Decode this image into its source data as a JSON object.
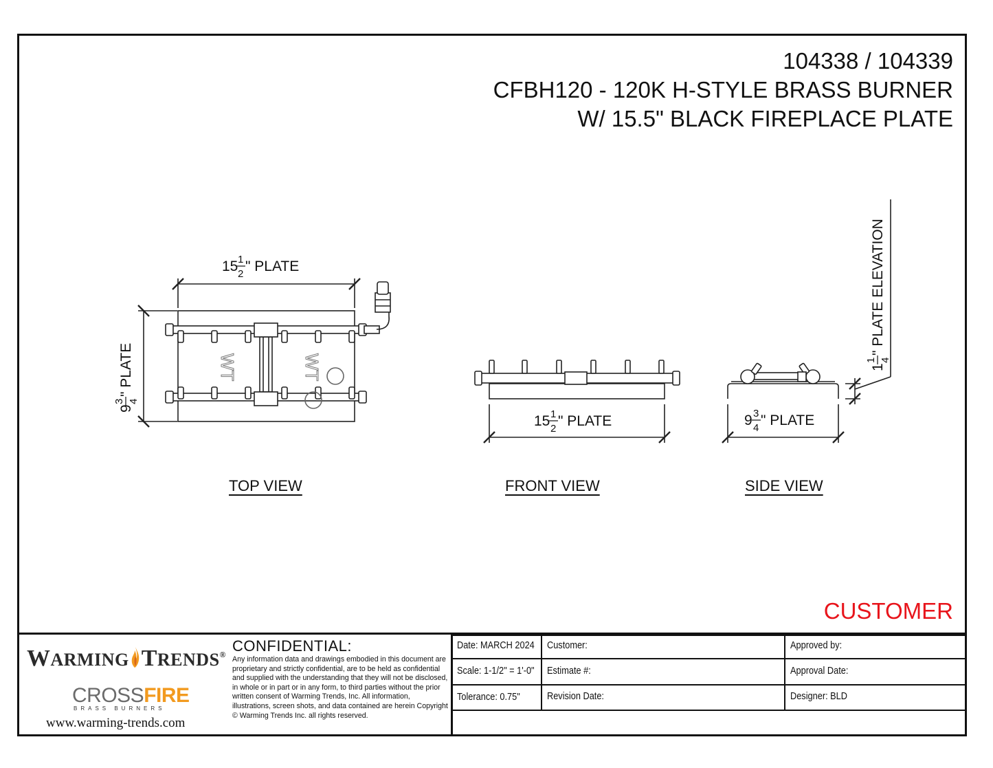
{
  "title": {
    "line1": "104338 / 104339",
    "line2": "CFBH120 - 120K H-STYLE BRASS BURNER",
    "line3": "W/ 15.5\" BLACK FIREPLACE PLATE"
  },
  "stamp": "CUSTOMER",
  "colors": {
    "stamp": "#e8141b",
    "fire": "#f29a1f",
    "cross": "#6b6b6b",
    "ink": "#111111"
  },
  "views": {
    "top": {
      "label": "TOP VIEW",
      "dim_width": {
        "whole": "15",
        "num": "1",
        "den": "2",
        "suffix": "\" PLATE"
      },
      "dim_depth": {
        "whole": "9",
        "num": "3",
        "den": "4",
        "suffix": "\" PLATE"
      }
    },
    "front": {
      "label": "FRONT VIEW",
      "dim_width": {
        "whole": "15",
        "num": "1",
        "den": "2",
        "suffix": "\" PLATE"
      }
    },
    "side": {
      "label": "SIDE VIEW",
      "dim_depth": {
        "whole": "9",
        "num": "3",
        "den": "4",
        "suffix": "\" PLATE"
      },
      "dim_elevation": {
        "whole": "1",
        "num": "1",
        "den": "4",
        "suffix": "\" PLATE ELEVATION"
      }
    }
  },
  "logos": {
    "warming_trends": {
      "w": "W",
      "arming": "ARMING",
      "t": "T",
      "rends": "RENDS",
      "mark": "®",
      "icon": "flame-icon"
    },
    "crossfire": {
      "cross": "CROSS",
      "fire": "FIRE",
      "sub": "BRASS BURNERS"
    },
    "url": "www.warming-trends.com"
  },
  "confidential": {
    "title": "CONFIDENTIAL:",
    "text": "Any information data and drawings embodied in this document are proprietary and strictly confidential, are to be held as confidential and supplied with the understanding that they will not be disclosed, in whole or in part or in any form, to third parties without the prior written consent of Warming Trends, Inc. All information, illustrations, screen shots, and data contained are herein Copyright © Warming Trends Inc. all rights reserved."
  },
  "fields": {
    "date": "Date: MARCH 2024",
    "scale": "Scale: 1-1/2\" = 1'-0\"",
    "tolerance": "Tolerance: 0.75\"",
    "customer": "Customer:",
    "estimate": "Estimate #:",
    "revision_date": "Revision Date:",
    "approved_by": "Approved by:",
    "approval_date": "Approval Date:",
    "designer": "Designer: BLD"
  }
}
